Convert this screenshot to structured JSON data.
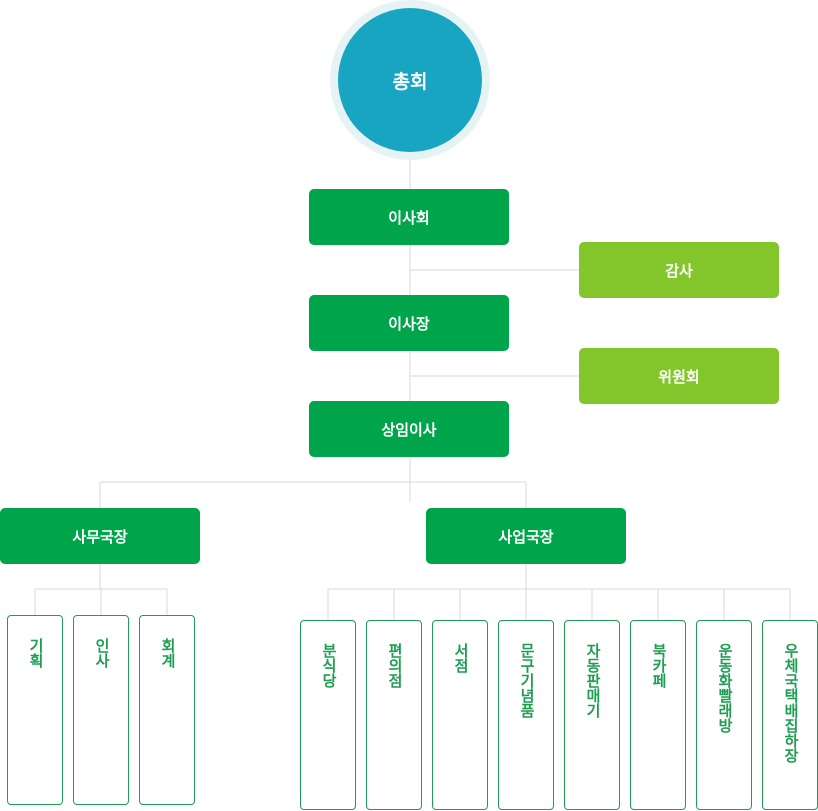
{
  "root": "총회",
  "board": "이사회",
  "auditor": "감사",
  "chairman": "이사장",
  "committee": "위원회",
  "standing_director": "상임이사",
  "admin_office": {
    "label": "사무국장",
    "children": [
      "기획",
      "인사",
      "회계"
    ]
  },
  "business_office": {
    "label": "사업국장",
    "children": [
      "분식당",
      "편의점",
      "서점",
      "문구기념품",
      "자동판매기",
      "북카페",
      "운동화빨래방",
      "우체국택배집하장"
    ]
  },
  "colors": {
    "primary_green": "#00a44a",
    "light_green": "#82c62b",
    "teal": "#17a5c2",
    "line": "#d9d9d9"
  }
}
